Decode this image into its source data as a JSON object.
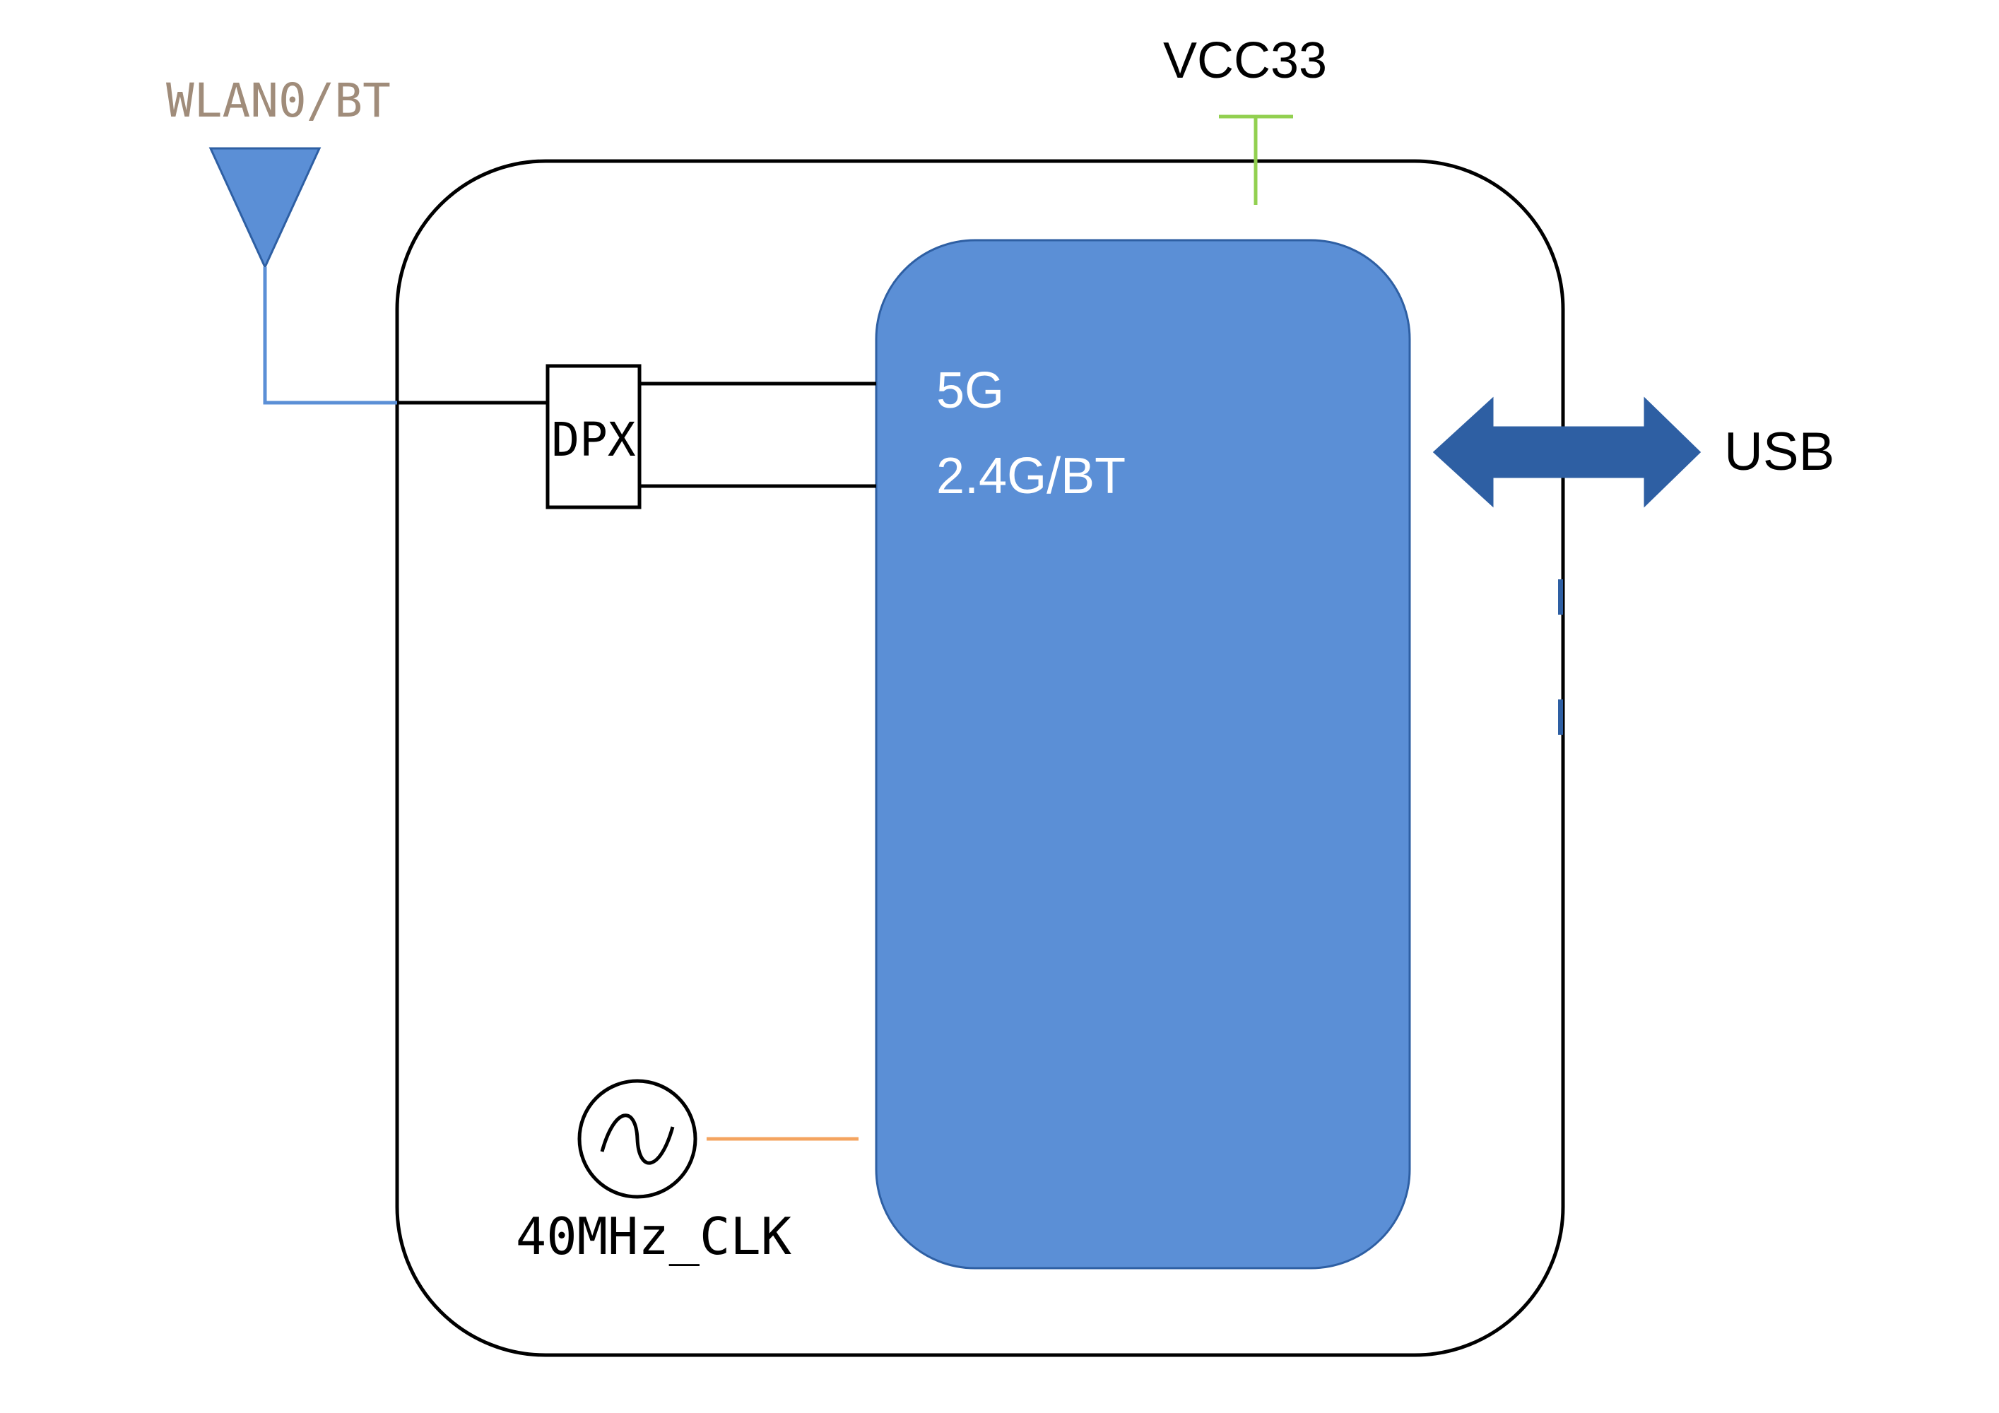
{
  "labels": {
    "antenna": "WLAN0/BT",
    "power": "VCC33",
    "duplexer": "DPX",
    "band_5g": "5G",
    "band_24g": "2.4G/BT",
    "usb": "USB",
    "clock": "40MHz_CLK"
  },
  "icons": {
    "antenna": "antenna-icon",
    "power": "power-rail-icon",
    "clock": "oscillator-icon",
    "usb": "double-arrow-icon"
  },
  "colors": {
    "chip_fill": "#5b8fd6",
    "antenna": "#5b8fd6",
    "antenna_label": "#a08c7a",
    "power_line": "#92d050",
    "clock_line": "#f4a460",
    "usb_arrow": "#2e5fa3",
    "outline": "#000000"
  }
}
